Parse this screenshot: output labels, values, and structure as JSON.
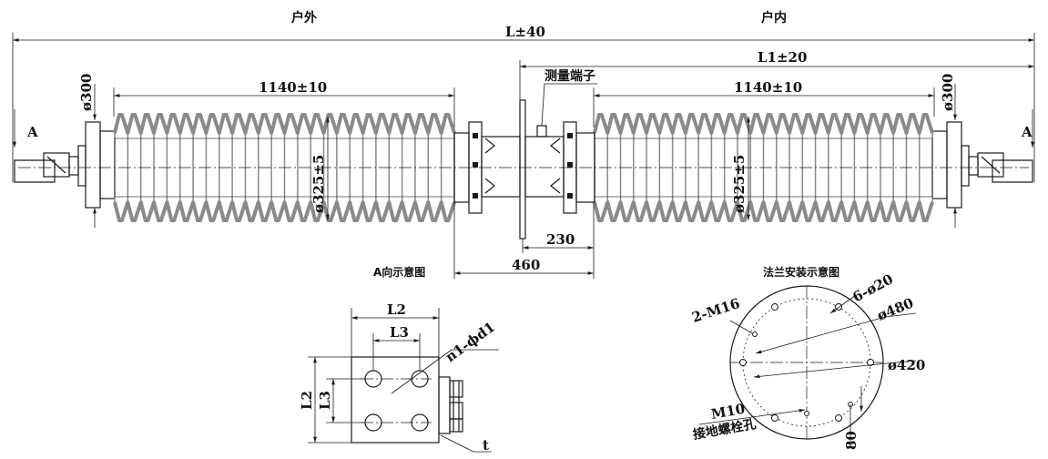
{
  "labels": {
    "outdoor": "户外",
    "indoor": "户内",
    "total_length": "L±40",
    "l1_length": "L1±20",
    "measure_terminal": "测量端子",
    "shed_length_left": "1140±10",
    "shed_length_right": "1140±10",
    "dia300_left": "ø300",
    "dia300_right": "ø300",
    "dia325_left": "ø325±5",
    "dia325_right": "ø325±5",
    "view_a_left": "A",
    "view_a_right": "A",
    "dim_230": "230",
    "dim_460": "460"
  },
  "view_a": {
    "title": "A向示意图",
    "l2_top": "L2",
    "l3_top": "L3",
    "l2_side": "L2",
    "l3_side": "L3",
    "holes": "n1-ϕd1",
    "thickness": "t"
  },
  "flange": {
    "title": "法兰安装示意图",
    "holes_6": "6-ø20",
    "holes_2": "2-M16",
    "dia480": "ø480",
    "dia420": "ø420",
    "m10": "M10",
    "ground_bolt": "接地螺栓孔",
    "dim_80": "80"
  },
  "colors": {
    "shed_fill": "#8a8a8a",
    "line": "#1a1a1a"
  }
}
